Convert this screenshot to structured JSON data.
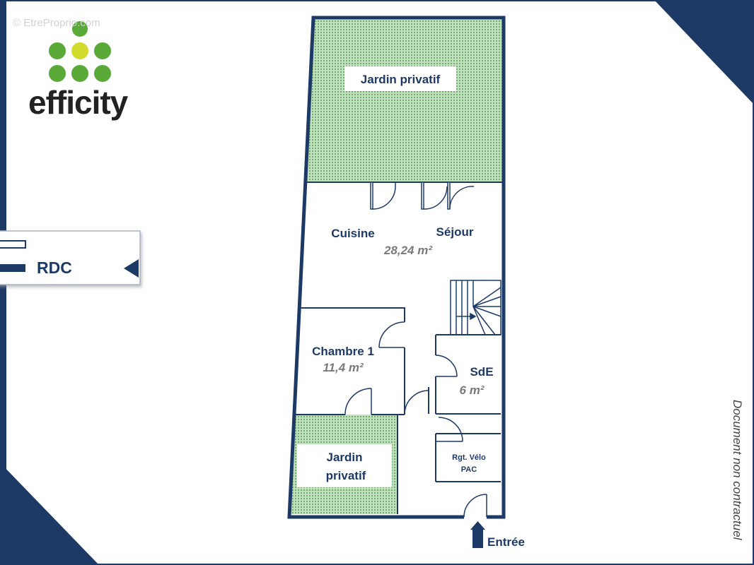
{
  "watermark": "© EtreProprio.com",
  "brand": {
    "name": "efficity",
    "dot_colors": [
      "#5aaa3a",
      "#d2dc2c"
    ]
  },
  "level_tag": {
    "label": "RDC"
  },
  "disclaimer": "Document non contractuel",
  "colors": {
    "navy": "#1d3a66",
    "garden": "#8fc48c",
    "wall": "#1d3a66"
  },
  "rooms": {
    "garden_top": {
      "name": "Jardin privatif"
    },
    "living": {
      "name_a": "Cuisine",
      "name_b": "Séjour",
      "area": "28,24 m²"
    },
    "bedroom1": {
      "name": "Chambre 1",
      "area": "11,4 m²"
    },
    "shower": {
      "name": "SdE",
      "area": "6 m²"
    },
    "garden_small": {
      "name_line1": "Jardin",
      "name_line2": "privatif"
    },
    "storage": {
      "name_line1": "Rgt. Vélo",
      "name_line2": "PAC"
    }
  },
  "entrance": {
    "label": "Entrée"
  }
}
